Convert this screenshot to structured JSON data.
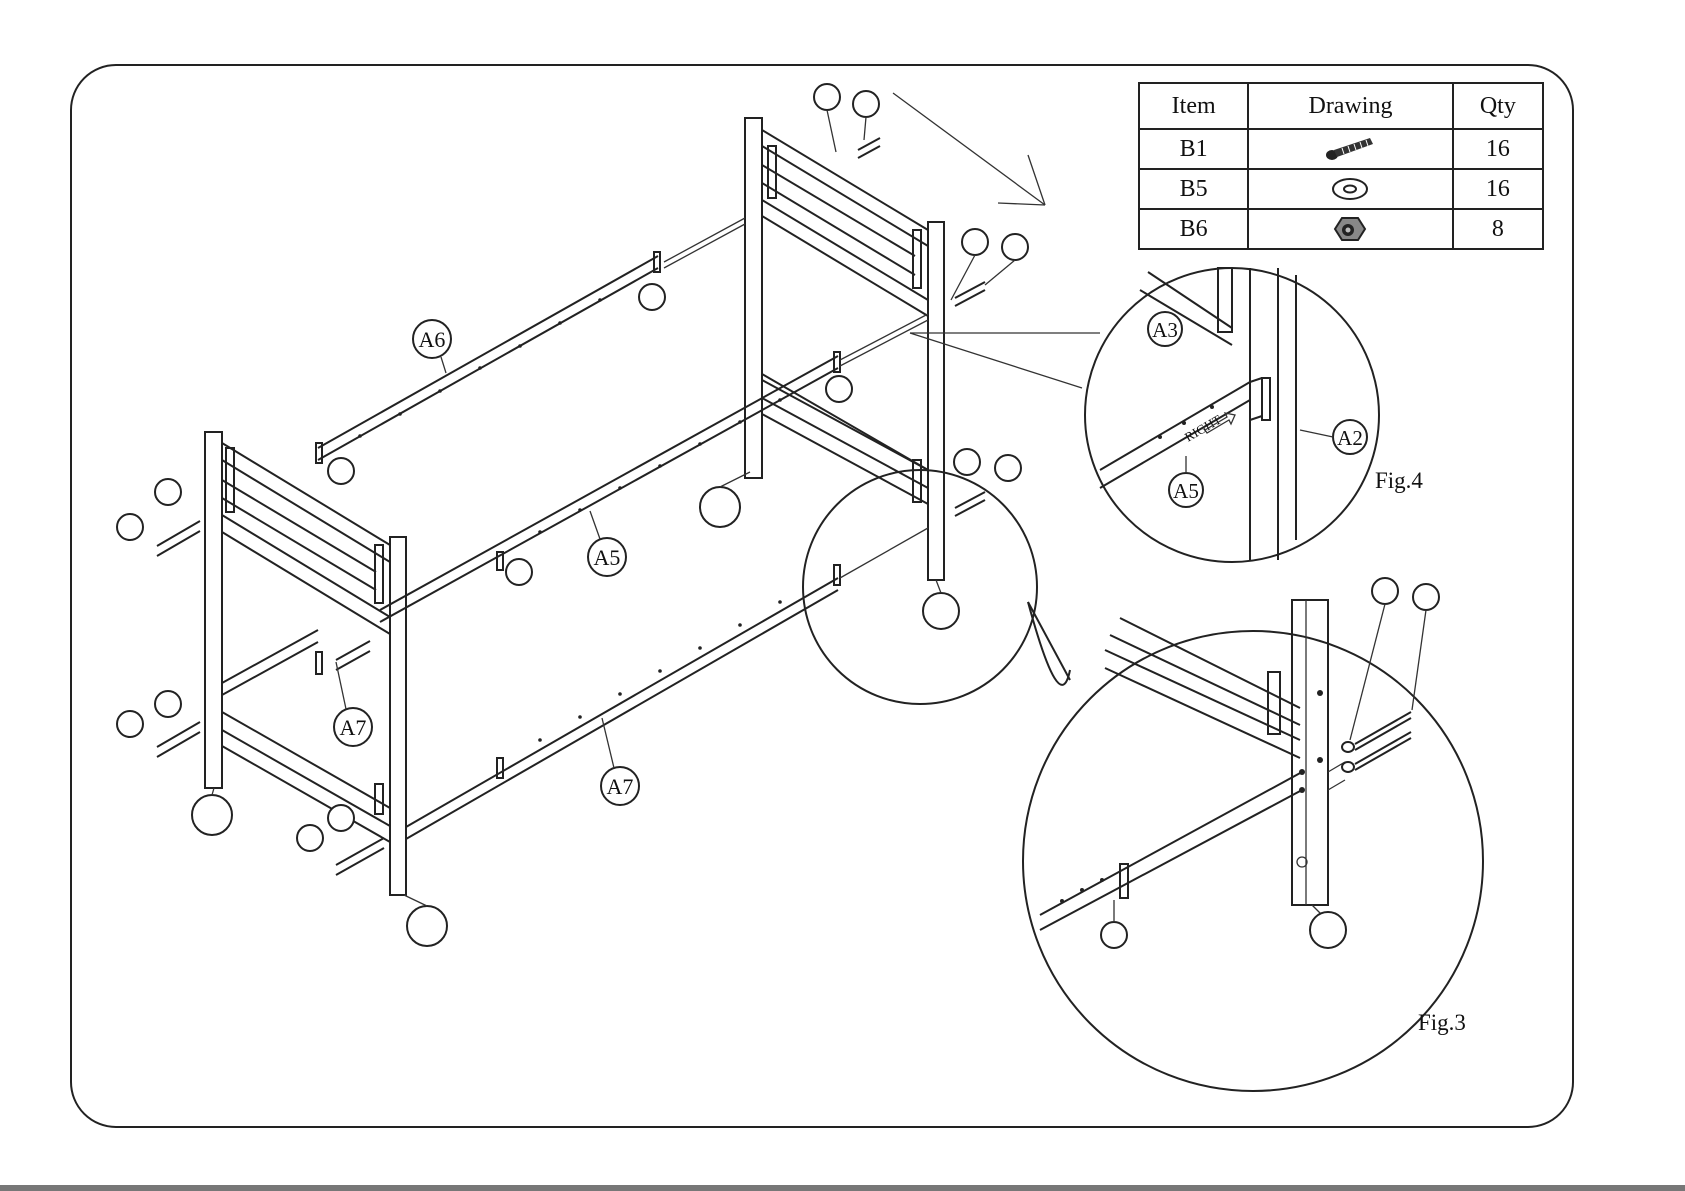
{
  "parts_table": {
    "headers": [
      "Item",
      "Drawing",
      "Qty"
    ],
    "rows": [
      {
        "item": "B1",
        "icon": "bolt-icon",
        "qty": "16"
      },
      {
        "item": "B5",
        "icon": "washer-icon",
        "qty": "16"
      },
      {
        "item": "B6",
        "icon": "nut-icon",
        "qty": "8"
      }
    ]
  },
  "labels": {
    "a6": "A6",
    "a5": "A5",
    "a7_left": "A7",
    "a7_front": "A7",
    "fig4_a3": "A3",
    "fig4_a2": "A2",
    "fig4_a5": "A5",
    "fig4_right_mark": "RIGHT"
  },
  "figures": {
    "fig4": "Fig.4",
    "fig3": "Fig.3"
  }
}
